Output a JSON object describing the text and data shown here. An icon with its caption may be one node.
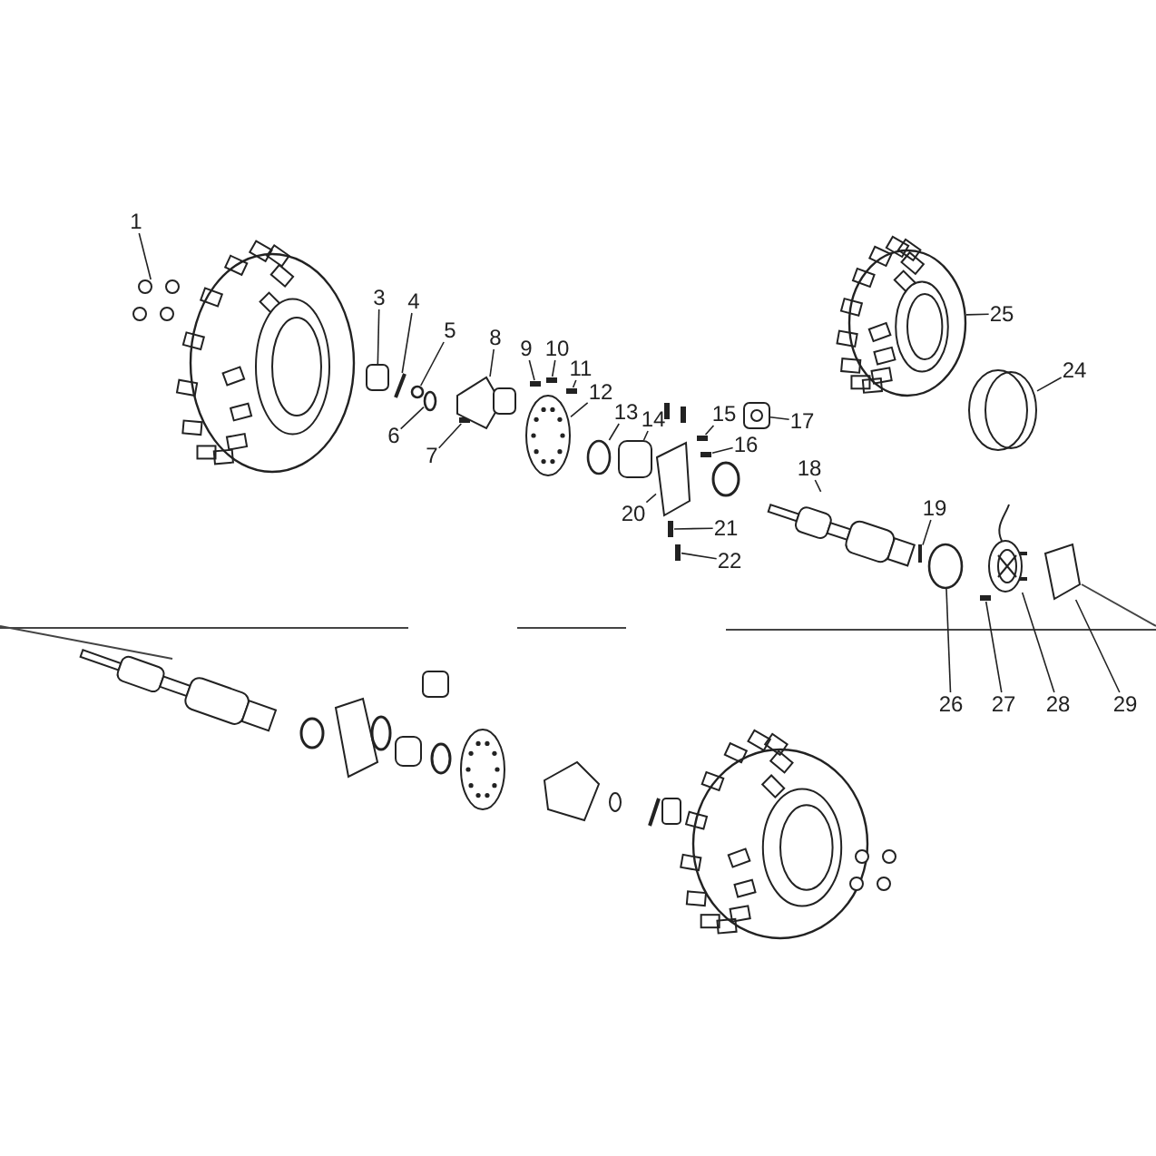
{
  "diagram": {
    "nodes": [
      {
        "text": [
          "1"
        ]
      },
      {
        "text": [
          "3"
        ]
      },
      {
        "text": [
          "4"
        ]
      },
      {
        "text": [
          "5"
        ]
      },
      {
        "text": [
          "6"
        ]
      },
      {
        "text": [
          "7"
        ]
      },
      {
        "text": [
          "8"
        ]
      },
      {
        "text": [
          "9"
        ]
      },
      {
        "text": [
          "10"
        ]
      },
      {
        "text": [
          "11"
        ]
      },
      {
        "text": [
          "12"
        ]
      },
      {
        "text": [
          "13"
        ]
      },
      {
        "text": [
          "14"
        ]
      },
      {
        "text": [
          "15"
        ]
      },
      {
        "text": [
          "16"
        ]
      },
      {
        "text": [
          "17"
        ]
      },
      {
        "text": [
          "18"
        ]
      },
      {
        "text": [
          "19"
        ]
      },
      {
        "text": [
          "20"
        ]
      },
      {
        "text": [
          "21"
        ]
      },
      {
        "text": [
          "22"
        ]
      },
      {
        "text": [
          "24"
        ]
      },
      {
        "text": [
          "25"
        ]
      },
      {
        "text": [
          "26"
        ]
      },
      {
        "text": [
          "27"
        ]
      },
      {
        "text": [
          "28"
        ]
      },
      {
        "text": [
          "29"
        ]
      },
      {
        "text": [],
        "shape": "picture"
      },
      {
        "text": [],
        "shape": "box"
      },
      {
        "text": [],
        "shape": "picture"
      },
      {
        "text": [],
        "shape": "circle"
      },
      {
        "text": [],
        "shape": "circle"
      },
      {
        "text": [],
        "shape": "bar"
      },
      {
        "text": [],
        "shape": "picture"
      },
      {
        "text": [],
        "shape": "bar"
      },
      {
        "text": [],
        "shape": "bar"
      },
      {
        "text": [],
        "shape": "bar"
      },
      {
        "text": [],
        "shape": "picture"
      },
      {
        "text": [],
        "shape": "circle"
      },
      {
        "text": [],
        "shape": "box"
      },
      {
        "text": [],
        "shape": "bar"
      },
      {
        "text": [],
        "shape": "bar"
      },
      {
        "text": [],
        "shape": "picture"
      },
      {
        "text": [],
        "shape": "picture"
      },
      {
        "text": [],
        "shape": "bar"
      },
      {
        "text": [],
        "shape": "picture"
      },
      {
        "text": [],
        "shape": "bar"
      },
      {
        "text": [],
        "shape": "bar"
      },
      {
        "text": [],
        "shape": "picture"
      },
      {
        "text": [],
        "shape": "picture"
      },
      {
        "text": [],
        "shape": "circle"
      },
      {
        "text": [],
        "shape": "bar"
      },
      {
        "text": [],
        "shape": "picture"
      },
      {
        "text": [],
        "shape": "picture"
      }
    ],
    "edges": [
      {
        "from": 0,
        "to": 27,
        "arrow": "none"
      },
      {
        "from": 1,
        "to": 28,
        "arrow": "none"
      },
      {
        "from": 2,
        "to": 29,
        "arrow": "none"
      },
      {
        "from": 3,
        "to": 30,
        "arrow": "none"
      },
      {
        "from": 4,
        "to": 31,
        "arrow": "none"
      },
      {
        "from": 5,
        "to": 32,
        "arrow": "none"
      },
      {
        "from": 6,
        "to": 33,
        "arrow": "none"
      },
      {
        "from": 7,
        "to": 34,
        "arrow": "none"
      },
      {
        "from": 8,
        "to": 35,
        "arrow": "none"
      },
      {
        "from": 9,
        "to": 36,
        "arrow": "none"
      },
      {
        "from": 10,
        "to": 37,
        "arrow": "none"
      },
      {
        "from": 11,
        "to": 38,
        "arrow": "none"
      },
      {
        "from": 12,
        "to": 39,
        "arrow": "none"
      },
      {
        "from": 13,
        "to": 40,
        "arrow": "none"
      },
      {
        "from": 14,
        "to": 41,
        "arrow": "none"
      },
      {
        "from": 15,
        "to": 42,
        "arrow": "none"
      },
      {
        "from": 16,
        "to": 43,
        "arrow": "none"
      },
      {
        "from": 17,
        "to": 44,
        "arrow": "none"
      },
      {
        "from": 18,
        "to": 45,
        "arrow": "none"
      },
      {
        "from": 19,
        "to": 46,
        "arrow": "none"
      },
      {
        "from": 20,
        "to": 47,
        "arrow": "none"
      },
      {
        "from": 21,
        "to": 48,
        "arrow": "none"
      },
      {
        "from": 22,
        "to": 49,
        "arrow": "none"
      },
      {
        "from": 23,
        "to": 50,
        "arrow": "none"
      },
      {
        "from": 24,
        "to": 51,
        "arrow": "none"
      },
      {
        "from": 25,
        "to": 52,
        "arrow": "none"
      },
      {
        "from": 26,
        "to": 53,
        "arrow": "none"
      }
    ]
  }
}
